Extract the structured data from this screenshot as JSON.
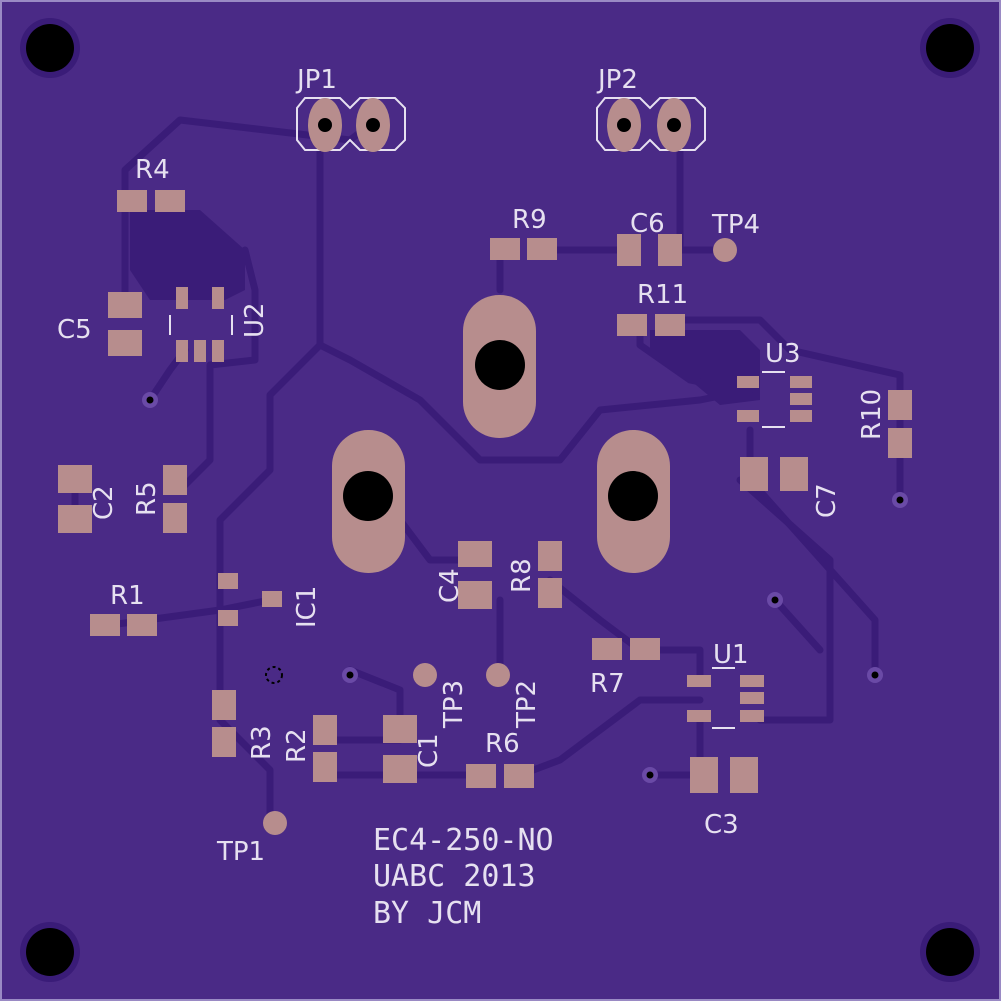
{
  "colors": {
    "board": "#4a2a86",
    "copper_pour": "#3a1c78",
    "pad": "#b78d8d",
    "silkscreen": "#e6e0f0",
    "edge": "#9a8ac4"
  },
  "labels": {
    "jp1": "JP1",
    "jp2": "JP2",
    "r4": "R4",
    "r9": "R9",
    "c6": "C6",
    "tp4": "TP4",
    "r11": "R11",
    "c5": "C5",
    "u2": "U2",
    "u3": "U3",
    "r10": "R10",
    "c2": "C2",
    "r5": "R5",
    "c7": "C7",
    "c4": "C4",
    "r8": "R8",
    "ic1": "IC1",
    "r1": "R1",
    "r7": "R7",
    "u1": "U1",
    "tp3": "TP3",
    "tp2": "TP2",
    "r3": "R3",
    "r2": "R2",
    "c1": "C1",
    "r6": "R6",
    "c3": "C3",
    "tp1": "TP1"
  },
  "board_text": {
    "line1": "EC4-250-NO",
    "line2": "UABC 2013",
    "line3": "BY JCM"
  }
}
